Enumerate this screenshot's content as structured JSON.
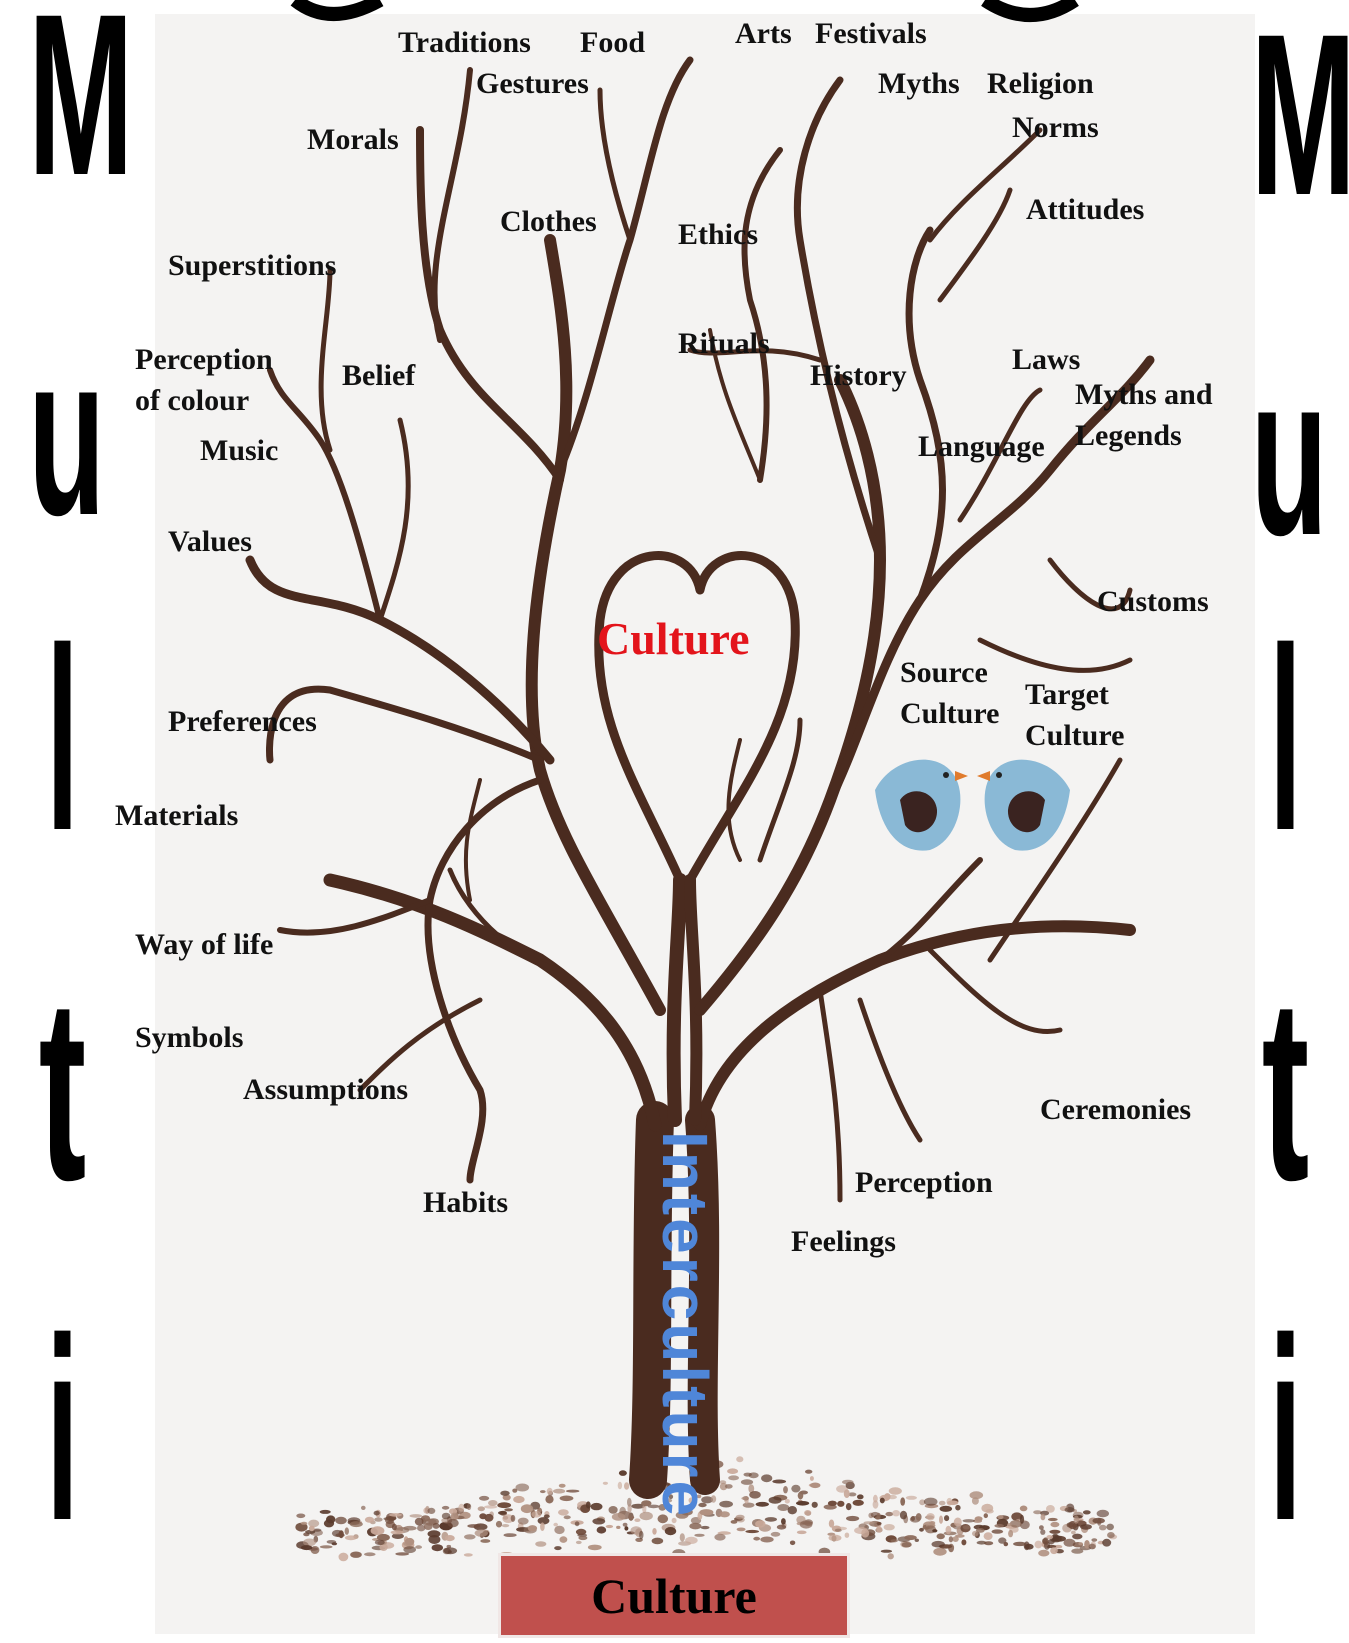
{
  "side_letters": {
    "left": [
      "M",
      "u",
      "l",
      "t",
      "i"
    ],
    "right": [
      "M",
      "u",
      "l",
      "t",
      "i"
    ]
  },
  "heart_label": "Culture",
  "trunk_label": "Interculture",
  "footer_label": "Culture",
  "colors": {
    "branch": "#4a2b1f",
    "heart_text": "#e3141b",
    "trunk_text": "#4f86d8",
    "footer_box": "#c0504d",
    "bird": "#8ab9d6"
  },
  "words": {
    "traditions": "Traditions",
    "food": "Food",
    "arts": "Arts",
    "festivals": "Festivals",
    "gestures": "Gestures",
    "myths": "Myths",
    "religion": "Religion",
    "norms": "Norms",
    "morals": "Morals",
    "attitudes": "Attitudes",
    "clothes": "Clothes",
    "ethics": "Ethics",
    "superstitions": "Superstitions",
    "rituals": "Rituals",
    "perception_line1": "Perception",
    "perception_line2": "of colour",
    "belief": "Belief",
    "history": "History",
    "laws": "Laws",
    "myths_legends_line1": "Myths and",
    "myths_legends_line2": "Legends",
    "language": "Language",
    "music": "Music",
    "values": "Values",
    "customs": "Customs",
    "source_line1": "Source",
    "source_line2": "Culture",
    "target_line1": "Target",
    "target_line2": "Culture",
    "preferences": "Preferences",
    "materials": "Materials",
    "way_of_life": "Way of life",
    "symbols": "Symbols",
    "assumptions": "Assumptions",
    "ceremonies": "Ceremonies",
    "perception": "Perception",
    "habits": "Habits",
    "feelings": "Feelings"
  }
}
